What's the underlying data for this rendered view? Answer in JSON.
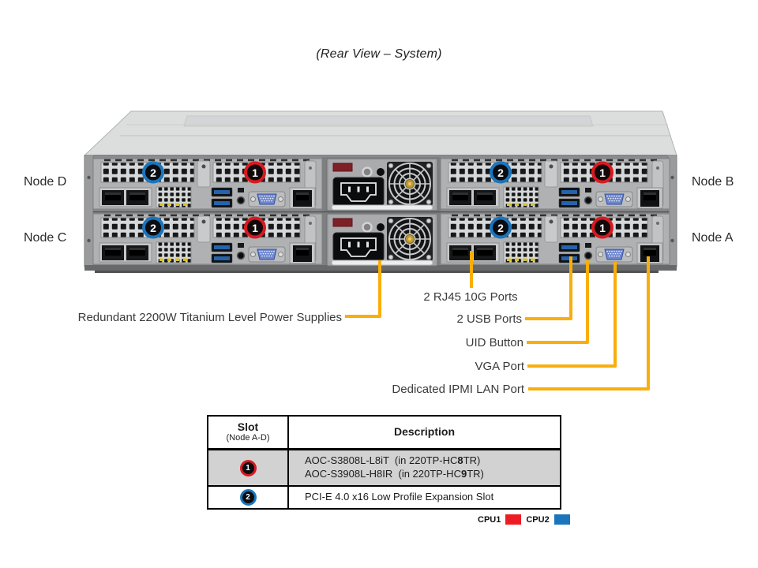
{
  "title": "(Rear View – System)",
  "node_labels": {
    "top_left": "Node D",
    "bottom_left": "Node C",
    "top_right": "Node B",
    "bottom_right": "Node A"
  },
  "markers": {
    "slot1": "1",
    "slot2": "2"
  },
  "callouts": {
    "psu": "Redundant 2200W Titanium Level Power Supplies",
    "rj45": "2 RJ45 10G Ports",
    "usb": "2 USB Ports",
    "uid": "UID Button",
    "vga": "VGA Port",
    "ipmi": "Dedicated IPMI LAN Port"
  },
  "table": {
    "header": {
      "slot": "Slot",
      "slot_sub": "(Node A-D)",
      "description": "Description"
    },
    "rows": [
      {
        "marker": "1",
        "marker_color": "#d81a20",
        "lines": [
          [
            {
              "t": "AOC-S3808L-L8iT  (in 220TP-HC"
            },
            {
              "t": "8",
              "b": true
            },
            {
              "t": "TR)"
            }
          ],
          [
            {
              "t": "AOC-S3908L-H8IR  (in 220TP-HC"
            },
            {
              "t": "9",
              "b": true
            },
            {
              "t": "TR)"
            }
          ]
        ]
      },
      {
        "marker": "2",
        "marker_color": "#1b75bc",
        "lines": [
          [
            {
              "t": "PCI-E 4.0 x16 Low Profile Expansion Slot"
            }
          ]
        ]
      }
    ]
  },
  "legend": {
    "cpu1": "CPU1",
    "cpu1_color": "#ed1c24",
    "cpu2": "CPU2",
    "cpu2_color": "#1b75bc"
  },
  "colors": {
    "callout_line": "#f9ae0b",
    "slot1": "#d81a20",
    "slot2": "#1b75bc"
  }
}
